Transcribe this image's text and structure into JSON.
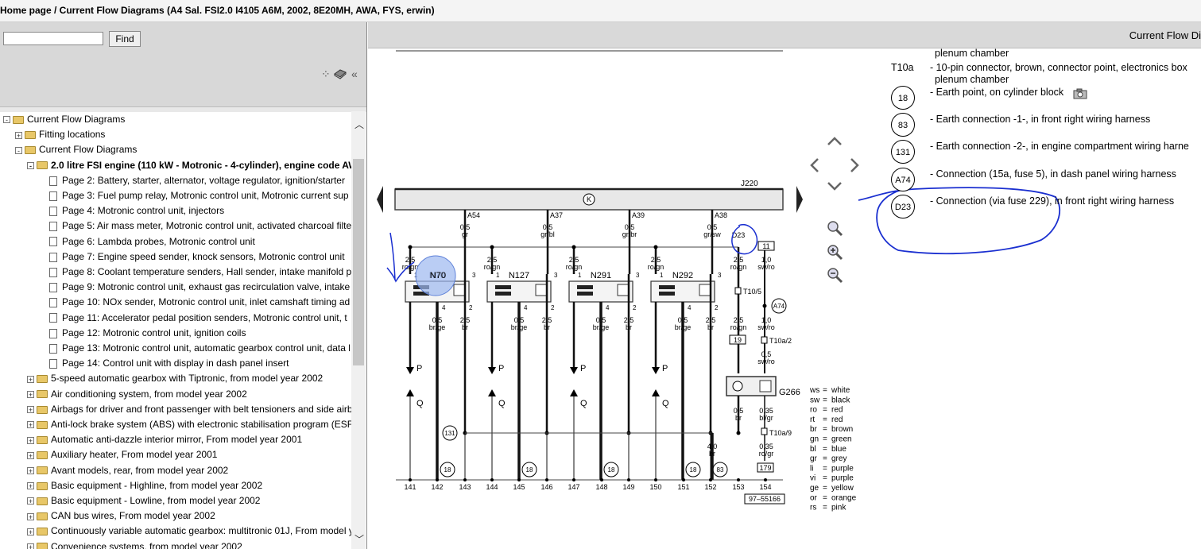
{
  "breadcrumb": "Home page / Current Flow Diagrams (A4 Sal. FSI2.0 I4105 A6M, 2002, 8E20MH, AWA, FYS, erwin)",
  "search": {
    "placeholder": "",
    "value": "",
    "find_label": "Find"
  },
  "right_title": "Current Flow Di",
  "tree": [
    {
      "label": "Current Flow Diagrams",
      "level": 0,
      "type": "folder",
      "expander": "-"
    },
    {
      "label": "Fitting locations",
      "level": 1,
      "type": "folder",
      "expander": "+"
    },
    {
      "label": "Current Flow Diagrams",
      "level": 1,
      "type": "folder",
      "expander": "-"
    },
    {
      "label": "2.0 litre FSI engine (110 kW - Motronic - 4-cylinder), engine code AW",
      "level": 2,
      "type": "folder",
      "expander": "-",
      "bold": true
    },
    {
      "label": "Page 2: Battery, starter, alternator, voltage regulator, ignition/starter",
      "level": 3,
      "type": "doc"
    },
    {
      "label": "Page 3: Fuel pump relay, Motronic control unit, Motronic current sup",
      "level": 3,
      "type": "doc"
    },
    {
      "label": "Page 4: Motronic control unit, injectors",
      "level": 3,
      "type": "doc"
    },
    {
      "label": "Page 5: Air mass meter, Motronic control unit, activated charcoal filte",
      "level": 3,
      "type": "doc"
    },
    {
      "label": "Page 6: Lambda probes, Motronic control unit",
      "level": 3,
      "type": "doc"
    },
    {
      "label": "Page 7: Engine speed sender, knock sensors, Motronic control unit",
      "level": 3,
      "type": "doc"
    },
    {
      "label": "Page 8: Coolant temperature senders, Hall sender, intake manifold p",
      "level": 3,
      "type": "doc"
    },
    {
      "label": "Page 9: Motronic control unit, exhaust gas recirculation valve, intake",
      "level": 3,
      "type": "doc"
    },
    {
      "label": "Page 10: NOx sender, Motronic control unit, inlet camshaft timing ad",
      "level": 3,
      "type": "doc"
    },
    {
      "label": "Page 11: Accelerator pedal position senders, Motronic control unit, t",
      "level": 3,
      "type": "doc"
    },
    {
      "label": "Page 12: Motronic control unit, ignition coils",
      "level": 3,
      "type": "doc"
    },
    {
      "label": "Page 13: Motronic control unit, automatic gearbox control unit, data l",
      "level": 3,
      "type": "doc"
    },
    {
      "label": "Page 14: Control unit with display in dash panel insert",
      "level": 3,
      "type": "doc"
    },
    {
      "label": "5-speed automatic gearbox with Tiptronic, from model year 2002",
      "level": 2,
      "type": "folder",
      "expander": "+"
    },
    {
      "label": "Air conditioning system, from model year 2002",
      "level": 2,
      "type": "folder",
      "expander": "+"
    },
    {
      "label": "Airbags for driver and front passenger with belt tensioners and side airb",
      "level": 2,
      "type": "folder",
      "expander": "+"
    },
    {
      "label": "Anti-lock brake system (ABS) with electronic stabilisation program (ESF",
      "level": 2,
      "type": "folder",
      "expander": "+"
    },
    {
      "label": "Automatic anti-dazzle interior mirror, From model year 2001",
      "level": 2,
      "type": "folder",
      "expander": "+"
    },
    {
      "label": "Auxiliary heater, From model year 2001",
      "level": 2,
      "type": "folder",
      "expander": "+"
    },
    {
      "label": "Avant models, rear, from model year 2002",
      "level": 2,
      "type": "folder",
      "expander": "+"
    },
    {
      "label": "Basic equipment - Highline, from model year 2002",
      "level": 2,
      "type": "folder",
      "expander": "+"
    },
    {
      "label": "Basic equipment - Lowline, from model year 2002",
      "level": 2,
      "type": "folder",
      "expander": "+"
    },
    {
      "label": "CAN bus wires, From model year 2002",
      "level": 2,
      "type": "folder",
      "expander": "+"
    },
    {
      "label": "Continuously variable automatic gearbox: multitronic 01J, From model y",
      "level": 2,
      "type": "folder",
      "expander": "+"
    },
    {
      "label": "Convenience systems, from model year 2002",
      "level": 2,
      "type": "folder",
      "expander": "+"
    }
  ],
  "legend_top": {
    "l1": "plenum chamber",
    "t10a_code": "T10a",
    "t10a_text": "- 10-pin connector, brown, connector point, electronics box",
    "l3": "plenum chamber"
  },
  "legend_items": [
    {
      "code": "18",
      "text": "- Earth point, on cylinder block"
    },
    {
      "code": "83",
      "text": "- Earth connection -1-, in front right wiring harness"
    },
    {
      "code": "131",
      "text": "- Earth connection -2-, in engine compartment wiring harne"
    },
    {
      "code": "A74",
      "text": "- Connection (15a, fuse 5), in dash panel wiring harness"
    },
    {
      "code": "D23",
      "text": "- Connection (via fuse 229), in front right wiring harness"
    }
  ],
  "diagram": {
    "j220": "J220",
    "k_symbol": "K",
    "top_pins": [
      "A54",
      "A37",
      "A39",
      "A38"
    ],
    "top_wires": [
      [
        "0,5",
        "gr"
      ],
      [
        "0,5",
        "gr/bl"
      ],
      [
        "0,5",
        "gr/br"
      ],
      [
        "0,5",
        "gr/sw"
      ]
    ],
    "components": [
      "N70",
      "N127",
      "N291",
      "N292"
    ],
    "comp_left_wires": [
      [
        "2,5",
        "ro/gn"
      ],
      [
        "2,5",
        "ro/gn"
      ],
      [
        "2,5",
        "ro/gn"
      ],
      [
        "2,5",
        "ro/gn"
      ]
    ],
    "comp_bottom_wires": [
      [
        "0,5",
        "br/ge"
      ],
      [
        "2,5",
        "br"
      ]
    ],
    "pin_labels": {
      "p1": "1",
      "p2": "2",
      "p3": "3",
      "p4": "4"
    },
    "p_label": "P",
    "q_label": "Q",
    "d23": "D23",
    "box11": "11",
    "box19": "19",
    "box179": "179",
    "t10_5": "T10/5",
    "t10a_2": "T10a/2",
    "t10a_9": "T10a/9",
    "a74": "A74",
    "g266": "G266",
    "w_d23": [
      "2,5",
      "ro/gn"
    ],
    "w_11": [
      "1,0",
      "sw/ro"
    ],
    "w_19": [
      "2,5",
      "ro/gn"
    ],
    "w_a74": [
      "1,0",
      "sw/ro"
    ],
    "w_t10a2": [
      "0,5",
      "sw/ro"
    ],
    "w_g1": [
      "0,5",
      "br"
    ],
    "w_g2": [
      "0,35",
      "bl/gr"
    ],
    "w_g3": [
      "0,35",
      "ro/gr"
    ],
    "w_152": [
      "4,0",
      "br"
    ],
    "circles": [
      "131",
      "18",
      "18",
      "18",
      "18",
      "83"
    ],
    "bottom_numbers": [
      "141",
      "142",
      "143",
      "144",
      "145",
      "146",
      "147",
      "148",
      "149",
      "150",
      "151",
      "152",
      "153",
      "154"
    ],
    "ref": "97–55166",
    "colors": [
      [
        "ws",
        "white"
      ],
      [
        "sw",
        "black"
      ],
      [
        "ro",
        "red"
      ],
      [
        "rt",
        "red"
      ],
      [
        "br",
        "brown"
      ],
      [
        "gn",
        "green"
      ],
      [
        "bl",
        "blue"
      ],
      [
        "gr",
        "grey"
      ],
      [
        "li",
        "purple"
      ],
      [
        "vi",
        "purple"
      ],
      [
        "ge",
        "yellow"
      ],
      [
        "or",
        "orange"
      ],
      [
        "rs",
        "pink"
      ]
    ]
  },
  "annotation_color": "#1a2fd0",
  "highlight_color": "#9db8f0"
}
